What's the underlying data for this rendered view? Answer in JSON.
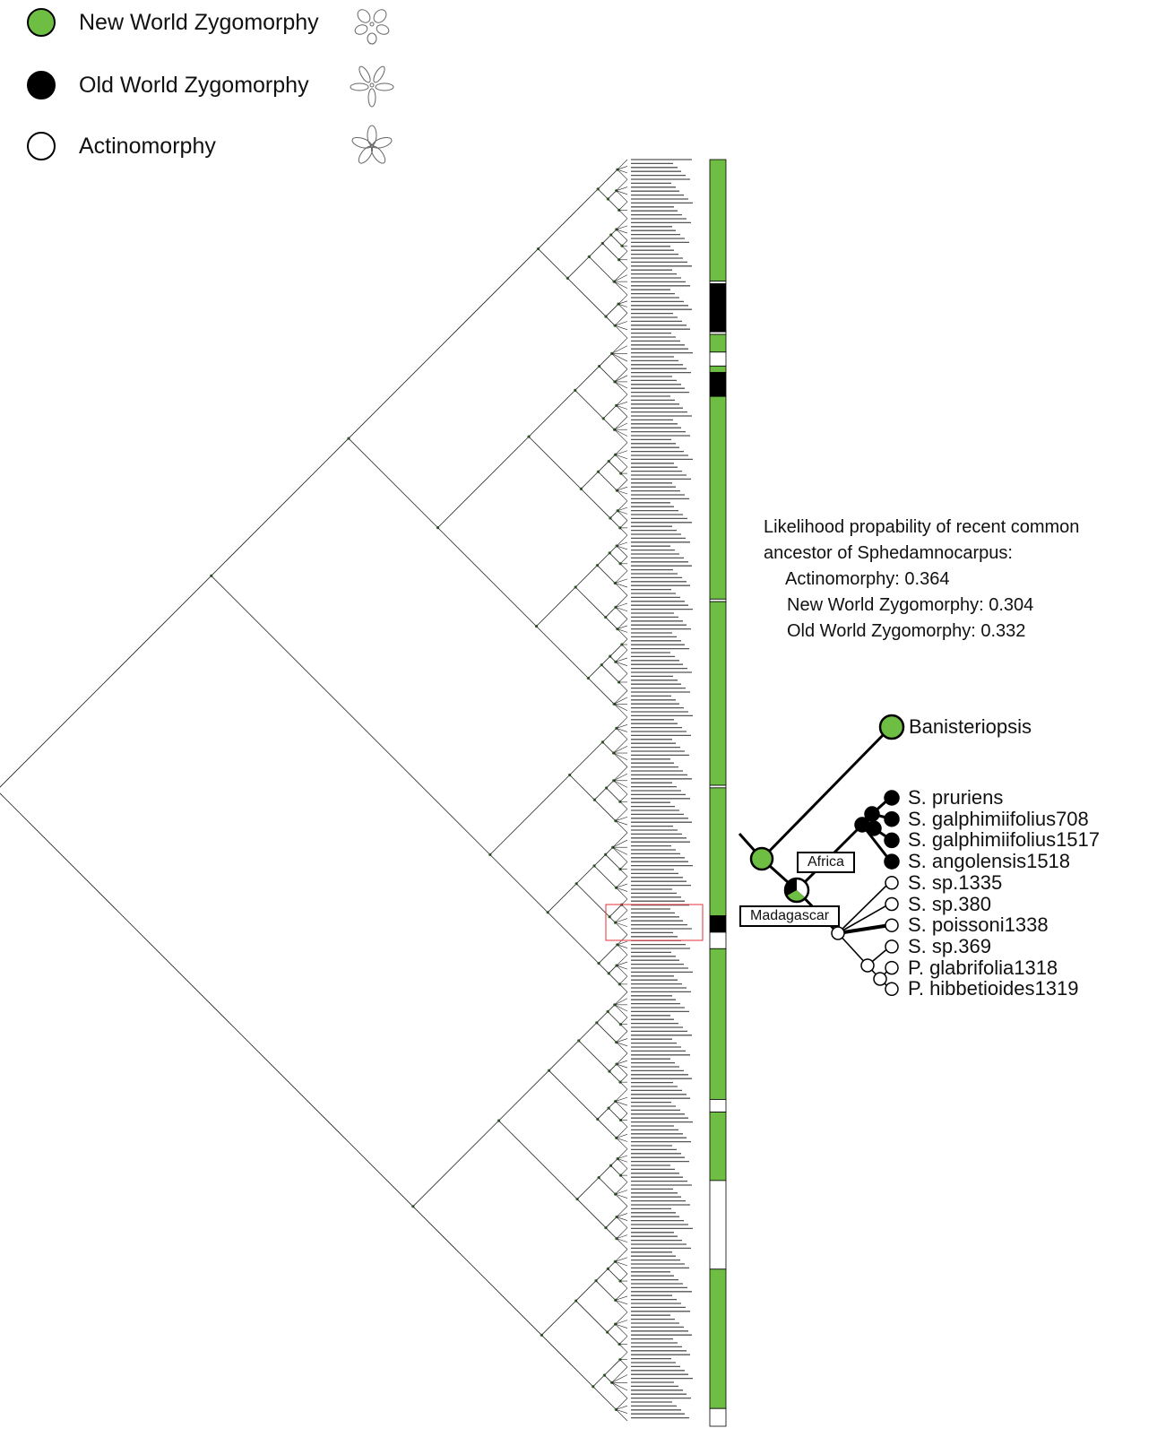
{
  "legend": [
    {
      "label": "New World Zygomorphy",
      "color": "#6fbe44",
      "flower_icon": "zygomorphic-flower-icon"
    },
    {
      "label": "Old World Zygomorphy",
      "color": "#000000",
      "flower_icon": "zygomorphic-flower-icon"
    },
    {
      "label": "Actinomorphy",
      "color": "#ffffff",
      "flower_icon": "actinomorphic-flower-icon"
    }
  ],
  "note": {
    "title_line1": "Likelihood propability of recent common",
    "title_line2": "ancestor of Sphedamnocarpus:",
    "actinomorphy": "Actinomorphy: 0.364",
    "new_world": "New World Zygomorphy: 0.304",
    "old_world": "Old World Zygomorphy: 0.332"
  },
  "inset": {
    "outgroup": "Banisteriopsis",
    "regions": [
      "Africa",
      "Madagascar"
    ],
    "tips": [
      {
        "label": "S. pruriens",
        "state": "old"
      },
      {
        "label": "S. galphimiifolius708",
        "state": "old"
      },
      {
        "label": "S. galphimiifolius1517",
        "state": "old"
      },
      {
        "label": "S. angolensis1518",
        "state": "old"
      },
      {
        "label": "S. sp.1335",
        "state": "actino"
      },
      {
        "label": "S. sp.380",
        "state": "actino"
      },
      {
        "label": "S. poissoni1338",
        "state": "actino"
      },
      {
        "label": "S. sp.369",
        "state": "actino"
      },
      {
        "label": "P. glabrifolia1318",
        "state": "actino"
      },
      {
        "label": "P. hibbetioides1319",
        "state": "actino"
      }
    ]
  },
  "colors": {
    "new_world": "#6fbe44",
    "old_world": "#000000",
    "actinomorphy": "#ffffff",
    "highlight": "#e0303a",
    "node": "#3a6a2a"
  },
  "state_bar": [
    {
      "state": "new",
      "fraction": 0.096
    },
    {
      "state": "actino",
      "fraction": 0.002
    },
    {
      "state": "old",
      "fraction": 0.038
    },
    {
      "state": "actino",
      "fraction": 0.002
    },
    {
      "state": "new",
      "fraction": 0.014
    },
    {
      "state": "actino",
      "fraction": 0.011
    },
    {
      "state": "new",
      "fraction": 0.005
    },
    {
      "state": "old",
      "fraction": 0.019
    },
    {
      "state": "new",
      "fraction": 0.16
    },
    {
      "state": "actino",
      "fraction": 0.002
    },
    {
      "state": "new",
      "fraction": 0.145
    },
    {
      "state": "actino",
      "fraction": 0.002
    },
    {
      "state": "new",
      "fraction": 0.101
    },
    {
      "state": "old",
      "fraction": 0.013
    },
    {
      "state": "actino",
      "fraction": 0.013
    },
    {
      "state": "new",
      "fraction": 0.119
    },
    {
      "state": "actino",
      "fraction": 0.01
    },
    {
      "state": "new",
      "fraction": 0.054
    },
    {
      "state": "actino",
      "fraction": 0.07
    },
    {
      "state": "new",
      "fraction": 0.11
    },
    {
      "state": "actino",
      "fraction": 0.014
    }
  ]
}
